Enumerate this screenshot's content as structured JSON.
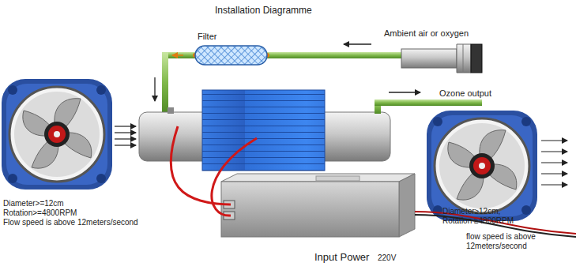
{
  "diagram": {
    "title": "Installation Diagramme",
    "labels": [
      "Filter",
      "Ambient air or oxygen",
      "Ozone output",
      "Diameter>=12cm",
      "Rotation>=4800RPM",
      "Flow speed is above 12meters/second",
      "Diameter≥12cm,",
      "Rotation ≥4800RPM",
      "flow speed is above 12meters/second",
      "Input Power",
      "220V"
    ]
  }
}
